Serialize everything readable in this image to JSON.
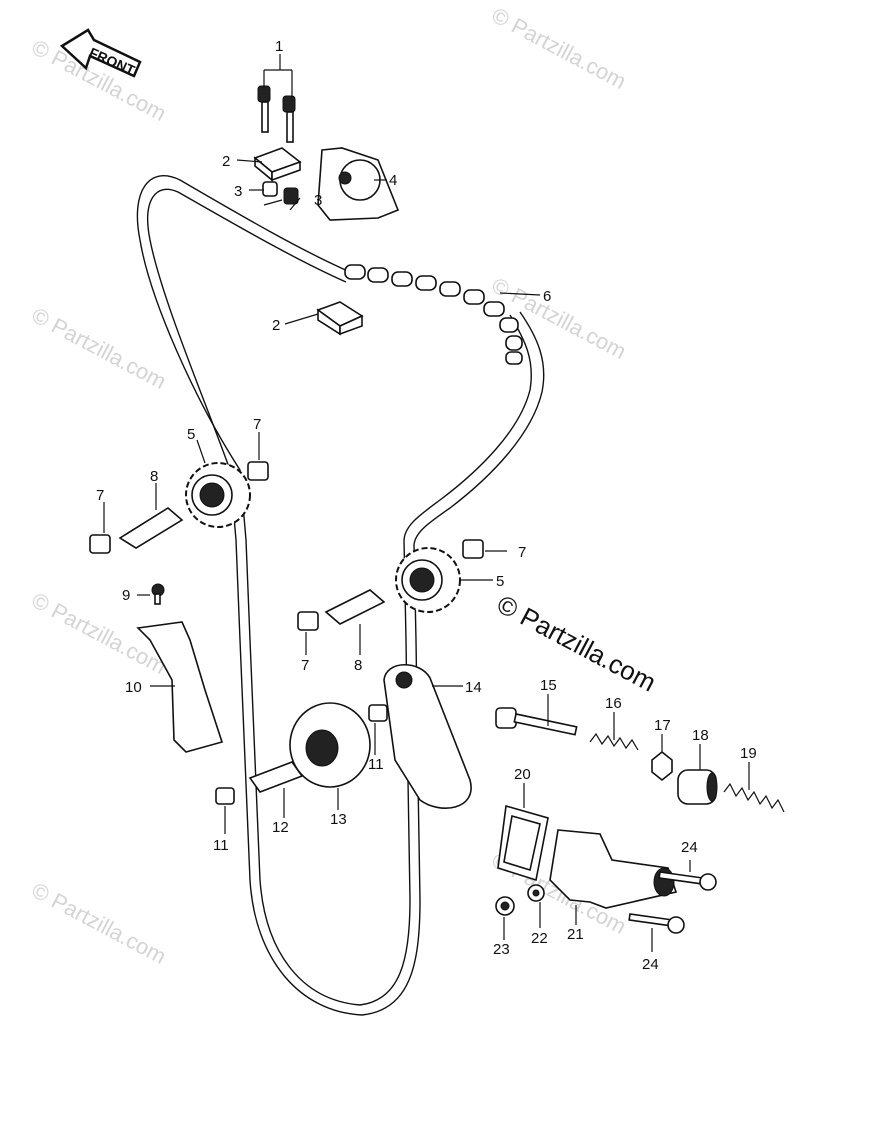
{
  "front_label": "FRONT",
  "watermark": "© Partzilla.com",
  "callouts": [
    {
      "id": "c1a",
      "text": "1"
    },
    {
      "id": "c2a",
      "text": "2"
    },
    {
      "id": "c3a",
      "text": "3"
    },
    {
      "id": "c3b",
      "text": "3"
    },
    {
      "id": "c4",
      "text": "4"
    },
    {
      "id": "c6",
      "text": "6"
    },
    {
      "id": "c2b",
      "text": "2"
    },
    {
      "id": "c5a",
      "text": "5"
    },
    {
      "id": "c7a",
      "text": "7"
    },
    {
      "id": "c8a",
      "text": "8"
    },
    {
      "id": "c7b",
      "text": "7"
    },
    {
      "id": "c9",
      "text": "9"
    },
    {
      "id": "c7c",
      "text": "7"
    },
    {
      "id": "c5b",
      "text": "5"
    },
    {
      "id": "c7d",
      "text": "7"
    },
    {
      "id": "c8b",
      "text": "8"
    },
    {
      "id": "c10",
      "text": "10"
    },
    {
      "id": "c14",
      "text": "14"
    },
    {
      "id": "c15",
      "text": "15"
    },
    {
      "id": "c16",
      "text": "16"
    },
    {
      "id": "c17",
      "text": "17"
    },
    {
      "id": "c18",
      "text": "18"
    },
    {
      "id": "c19",
      "text": "19"
    },
    {
      "id": "c11a",
      "text": "11"
    },
    {
      "id": "c12",
      "text": "12"
    },
    {
      "id": "c13",
      "text": "13"
    },
    {
      "id": "c11b",
      "text": "11"
    },
    {
      "id": "c20",
      "text": "20"
    },
    {
      "id": "c24a",
      "text": "24"
    },
    {
      "id": "c23",
      "text": "23"
    },
    {
      "id": "c22",
      "text": "22"
    },
    {
      "id": "c21",
      "text": "21"
    },
    {
      "id": "c24b",
      "text": "24"
    }
  ]
}
